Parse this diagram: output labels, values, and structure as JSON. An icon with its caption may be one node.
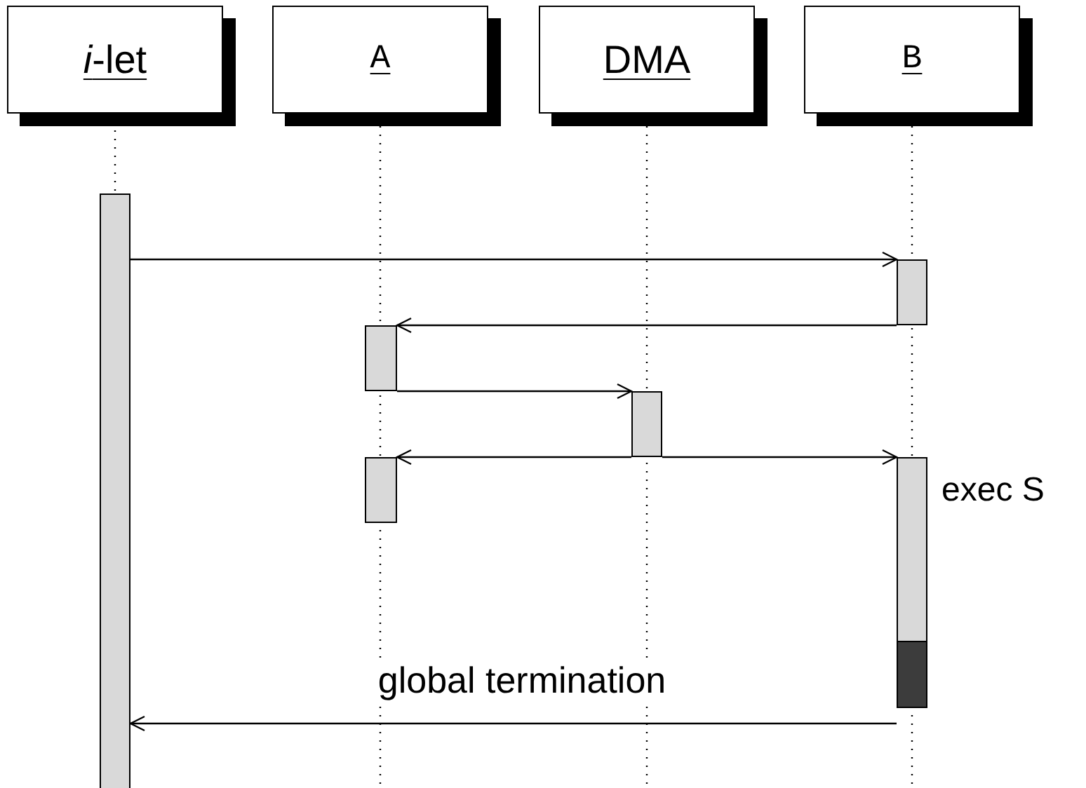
{
  "diagram": {
    "nodes": [
      {
        "text": [
          "*i*-let"
        ]
      },
      {
        "text": [
          "A"
        ]
      },
      {
        "text": [
          "DMA"
        ]
      },
      {
        "text": [
          "B"
        ]
      },
      {
        "text": [],
        "shape": "bar"
      },
      {
        "text": [],
        "shape": "bar"
      },
      {
        "text": [],
        "shape": "bar"
      },
      {
        "text": [],
        "shape": "bar"
      },
      {
        "text": [],
        "shape": "bar"
      },
      {
        "text": [],
        "shape": "bar",
        "beside": [
          "exec S"
        ]
      }
    ],
    "edges": [
      {
        "from": 4,
        "to": 8,
        "arrow": "to"
      },
      {
        "from": 8,
        "to": 5,
        "arrow": "to"
      },
      {
        "from": 5,
        "to": 7,
        "arrow": "to"
      },
      {
        "from": 7,
        "to": 6,
        "arrow": "to"
      },
      {
        "from": 7,
        "to": 9,
        "arrow": "to"
      },
      {
        "from": 9,
        "to": 4,
        "arrow": "to",
        "label": "global termination"
      },
      {
        "from": 0,
        "to": 4,
        "arrow": "none",
        "style": "dashed"
      }
    ]
  }
}
